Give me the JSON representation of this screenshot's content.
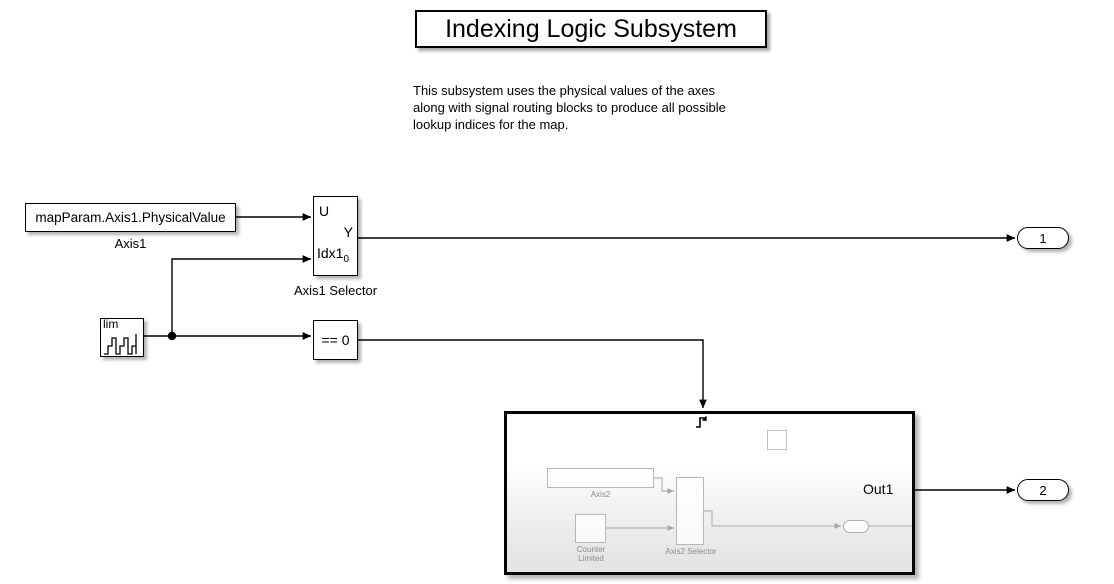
{
  "diagram": {
    "title": "Indexing Logic Subsystem",
    "description": "This subsystem uses the physical values of the axes\nalong with signal routing blocks to produce all possible\nlookup indices for the map.",
    "background_color": "#ffffff",
    "line_color": "#000000"
  },
  "blocks": {
    "axis1_constant": {
      "value": "mapParam.Axis1.PhysicalValue",
      "label": "Axis1"
    },
    "axis1_selector": {
      "label": "Axis1 Selector",
      "input_port_1": "U",
      "input_port_2": "Idx1",
      "input_port_2_subscript": "0",
      "output_port": "Y"
    },
    "counter_limited": {
      "icon_text": "lim",
      "icon_name": "staircase-waveform"
    },
    "compare_to_zero": {
      "label": "== 0"
    },
    "triggered_subsystem": {
      "output_port_label": "Out1",
      "trigger_icon": "rising-edge-trigger-icon",
      "inner_blocks": [
        {
          "name": "Axis2",
          "label": "Axis2"
        },
        {
          "name": "Counter Limited",
          "label": "Counter\nLimited"
        },
        {
          "name": "Axis2 Selector",
          "label": "Axis2 Selector"
        }
      ]
    }
  },
  "ports": {
    "outport_1": "1",
    "outport_2": "2"
  }
}
